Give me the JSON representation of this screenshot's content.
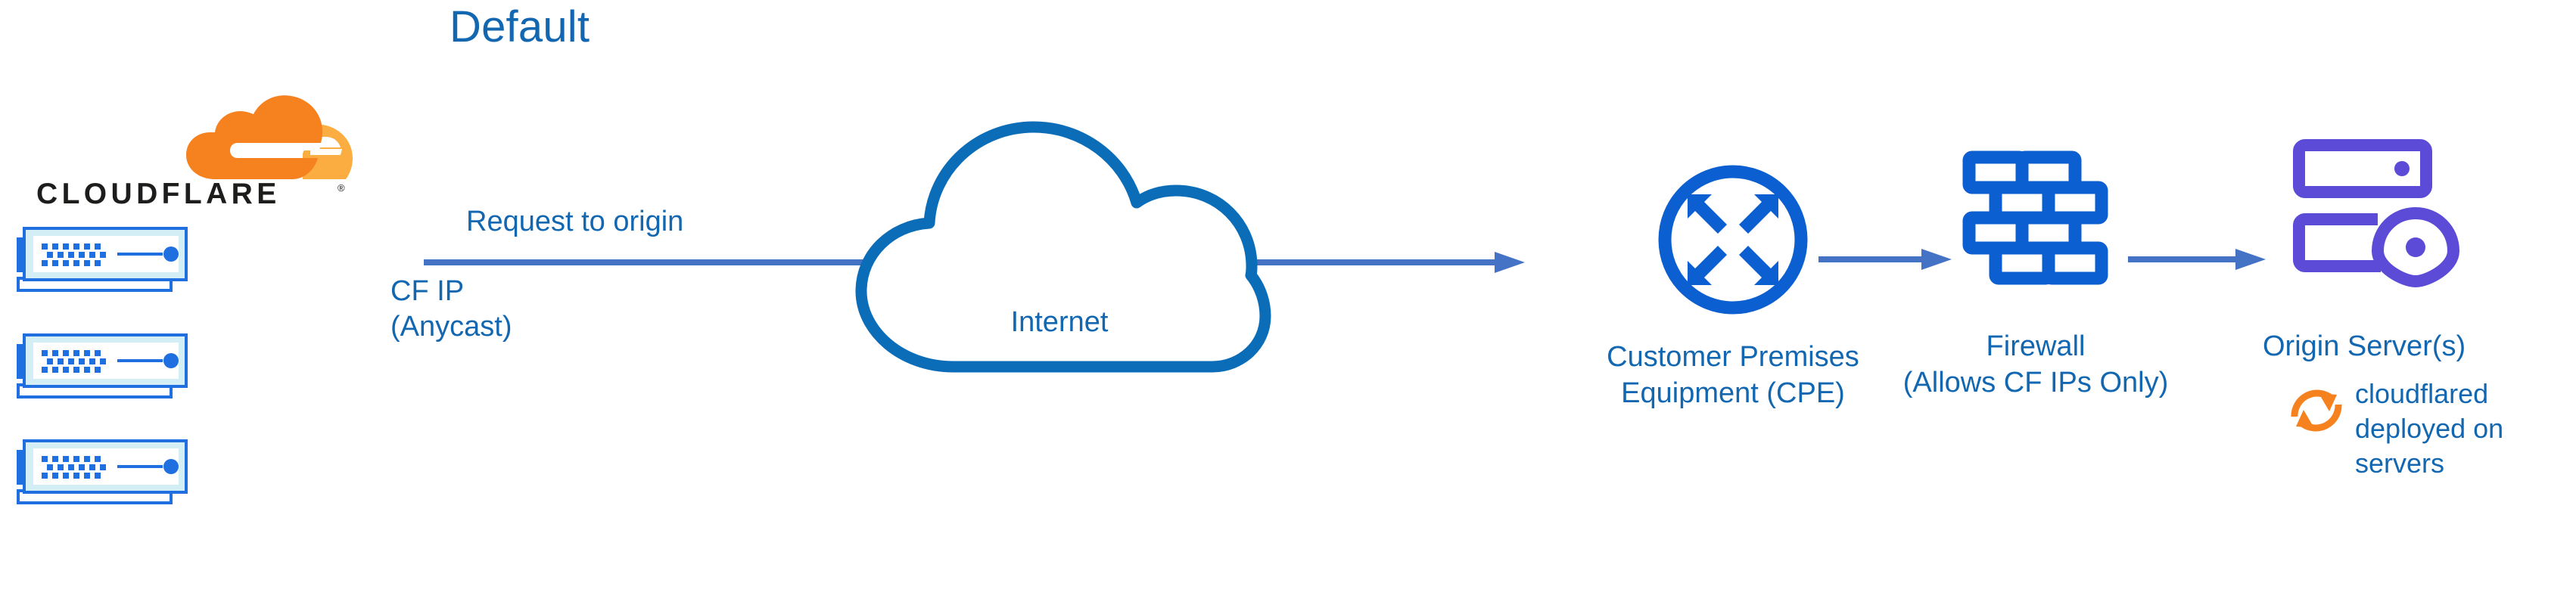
{
  "diagram": {
    "title": "Default",
    "subject": "Cloudflare default origin-connection architecture"
  },
  "colors": {
    "title_blue": "#1267B0",
    "label_blue": "#1267B0",
    "arrow_blue": "#4472C4",
    "node_blue": "#0B5FD0",
    "cloud_outline_blue": "#0B6CB8",
    "server_outline_blue": "#1F6FE0",
    "server_fill_cyan": "#D3EEF5",
    "origin_purple": "#5B4BD6",
    "cloudflare_orange": "#F6821F",
    "cloudflare_orange_light": "#FBAD41",
    "wordmark_black": "#1D1D1B"
  },
  "brand": {
    "logo_name": "cloudflare-logo",
    "wordmark": "CLOUDFLARE",
    "registered_mark": "®",
    "mark_icon": "cloudflare-cloud-mark"
  },
  "edge_servers": {
    "icon": "server-unit-icon",
    "count": 3,
    "units": [
      {
        "name": "cloudflare-edge-server-1"
      },
      {
        "name": "cloudflare-edge-server-2"
      },
      {
        "name": "cloudflare-edge-server-3"
      }
    ]
  },
  "flow": {
    "request_label": "Request to origin",
    "ip_label_line1": "CF IP",
    "ip_label_line2": "(Anycast)",
    "arrows": [
      {
        "name": "arrow-edge-to-cpe",
        "icon": "arrow-right-icon"
      },
      {
        "name": "arrow-cpe-to-firewall",
        "icon": "arrow-right-icon"
      },
      {
        "name": "arrow-firewall-to-origin",
        "icon": "arrow-right-icon"
      }
    ]
  },
  "nodes": {
    "internet": {
      "label": "Internet",
      "icon": "cloud-outline-icon"
    },
    "cpe": {
      "label_line1": "Customer Premises",
      "label_line2": "Equipment (CPE)",
      "icon": "router-icon"
    },
    "firewall": {
      "label_line1": "Firewall",
      "label_line2": "(Allows CF IPs Only)",
      "icon": "brick-wall-icon"
    },
    "origin": {
      "label": "Origin Server(s)",
      "icon": "server-rack-pin-icon"
    }
  },
  "annotation": {
    "cloudflared": {
      "icon": "circular-arrows-sync-icon",
      "line1": "cloudflared",
      "line2": "deployed on",
      "line3": "servers"
    }
  }
}
